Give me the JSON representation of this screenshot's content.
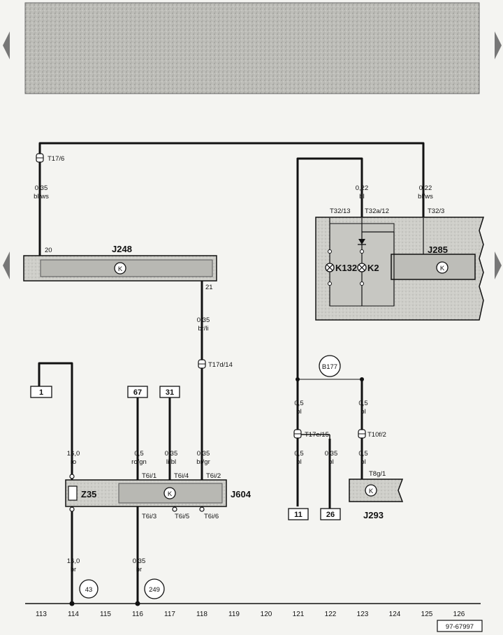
{
  "reference": "97-67997",
  "columns": [
    "113",
    "114",
    "115",
    "116",
    "117",
    "118",
    "119",
    "120",
    "121",
    "122",
    "123",
    "124",
    "125",
    "126"
  ],
  "connectors": {
    "t17_6": "T17/6",
    "t32_13": "T32/13",
    "t32a_12": "T32a/12",
    "t32_3": "T32/3",
    "t17d_14": "T17d/14",
    "t17e_15": "T17e/15",
    "t10f_2": "T10f/2",
    "t6i_1": "T6i/1",
    "t6i_4": "T6i/4",
    "t6i_2": "T6i/2",
    "t6i_3": "T6i/3",
    "t6i_5": "T6i/5",
    "t6i_6": "T6i/6",
    "t8g_1": "T8g/1",
    "pin_20": "20",
    "pin_21": "21"
  },
  "components": {
    "j248": "J248",
    "j285": "J285",
    "j604": "J604",
    "j293": "J293",
    "z35": "Z35",
    "k132": "K132",
    "k2": "K2",
    "k": "K"
  },
  "wires": {
    "w_bl_ws_left": {
      "size": "0,35",
      "color": "bl/ws"
    },
    "w_bl_top": {
      "size": "0,22",
      "color": "bl"
    },
    "w_bl_ws_right": {
      "size": "0,22",
      "color": "bl/ws"
    },
    "w_br_li": {
      "size": "0,35",
      "color": "br/li"
    },
    "w_ro": {
      "size": "16,0",
      "color": "ro"
    },
    "w_ro_gn": {
      "size": "0,5",
      "color": "ro/gn"
    },
    "w_li_bl": {
      "size": "0,35",
      "color": "li/bl"
    },
    "w_br_gr": {
      "size": "0,35",
      "color": "br/gr"
    },
    "w_bl_121a": {
      "size": "0,5",
      "color": "bl"
    },
    "w_bl_121b": {
      "size": "0,5",
      "color": "bl"
    },
    "w_bl_122": {
      "size": "0,35",
      "color": "bl"
    },
    "w_bl_123a": {
      "size": "0,5",
      "color": "bl"
    },
    "w_bl_123b": {
      "size": "0,5",
      "color": "bl"
    },
    "w_br_114": {
      "size": "16,0",
      "color": "br"
    },
    "w_br_116": {
      "size": "0,35",
      "color": "br"
    }
  },
  "refs": {
    "r1": "1",
    "r67": "67",
    "r31": "31",
    "r11": "11",
    "r26": "26",
    "r43": "43",
    "r249": "249",
    "b177": "B177"
  }
}
